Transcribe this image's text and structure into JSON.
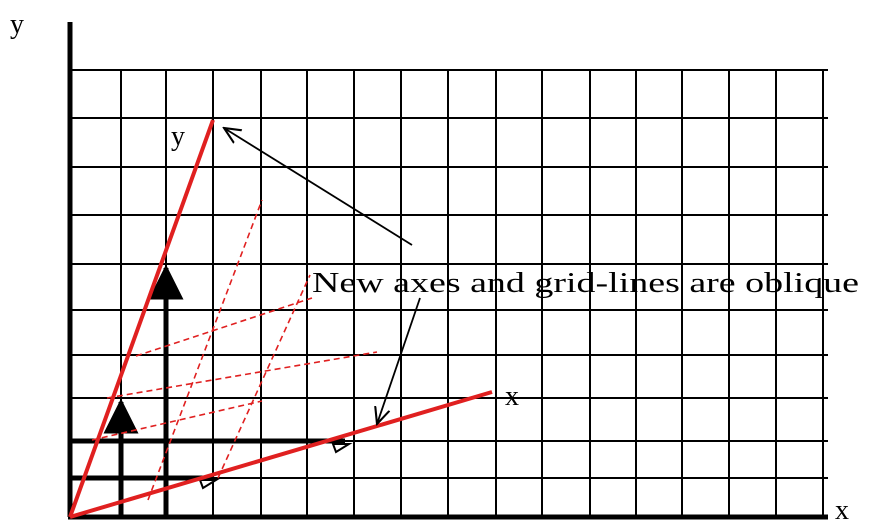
{
  "labels": {
    "y_axis": "y",
    "x_axis": "x",
    "new_y_axis": "y",
    "new_x_axis": "x",
    "annotation": "New axes and grid-lines are oblique"
  },
  "colors": {
    "grid": "#000000",
    "oblique_axes": "#e02020",
    "oblique_grid": "#e02020"
  }
}
